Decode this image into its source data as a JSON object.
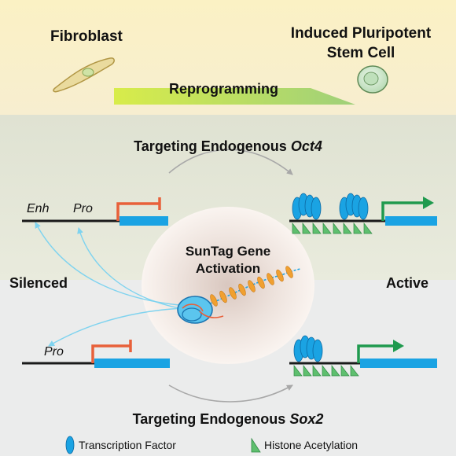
{
  "top": {
    "fibroblast": "Fibroblast",
    "ipsc_line1": "Induced Pluripotent",
    "ipsc_line2": "Stem Cell",
    "reprogramming": "Reprogramming"
  },
  "oct4": {
    "title_prefix": "Targeting Endogenous ",
    "gene": "Oct4",
    "enh": "Enh",
    "pro": "Pro"
  },
  "sox2": {
    "title_prefix": "Targeting Endogenous ",
    "gene": "Sox2",
    "pro": "Pro"
  },
  "states": {
    "silenced": "Silenced",
    "active": "Active"
  },
  "center": {
    "line1": "SunTag Gene",
    "line2": "Activation"
  },
  "legend": {
    "tf": "Transcription Factor",
    "ha": "Histone Acetylation"
  },
  "colors": {
    "top_band": "#fbf2c6",
    "middle_band": "#e6e8d9",
    "bottom_band": "#ebecec",
    "gene_body": "#1aa3e3",
    "promoter_silenced": "#e8603a",
    "promoter_active": "#1f9a4e",
    "acetylation": "#5ebf6e",
    "dcas9": "#5bc5ee",
    "antibody": "#f0a030",
    "arrow_cyan": "#7fd3ef"
  }
}
